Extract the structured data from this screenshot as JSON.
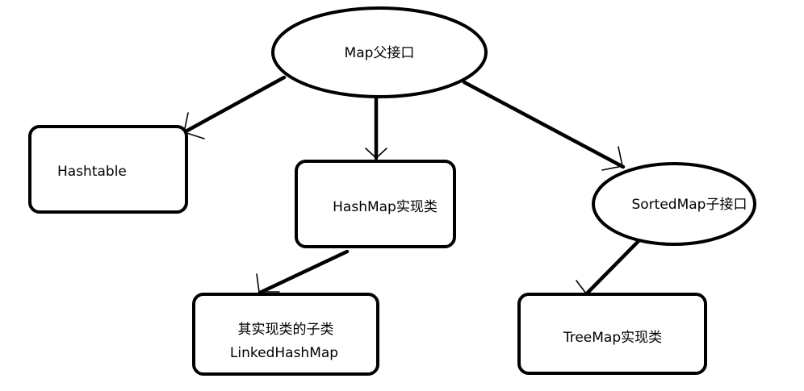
{
  "nodes": {
    "map_interface": {
      "label": "Map父接口"
    },
    "hashtable": {
      "label": "Hashtable"
    },
    "hashmap": {
      "label": "HashMap实现类"
    },
    "sortedmap": {
      "label": "SortedMap子接口"
    },
    "linkedhashmap": {
      "line1": "其实现类的子类",
      "line2": "LinkedHashMap"
    },
    "treemap": {
      "label": "TreeMap实现类"
    }
  },
  "edges": [
    {
      "from": "Map父接口",
      "to": "Hashtable"
    },
    {
      "from": "Map父接口",
      "to": "HashMap实现类"
    },
    {
      "from": "Map父接口",
      "to": "SortedMap子接口"
    },
    {
      "from": "HashMap实现类",
      "to": "LinkedHashMap"
    },
    {
      "from": "SortedMap子接口",
      "to": "TreeMap实现类"
    }
  ],
  "colors": {
    "stroke": "#000000",
    "background": "#ffffff"
  }
}
